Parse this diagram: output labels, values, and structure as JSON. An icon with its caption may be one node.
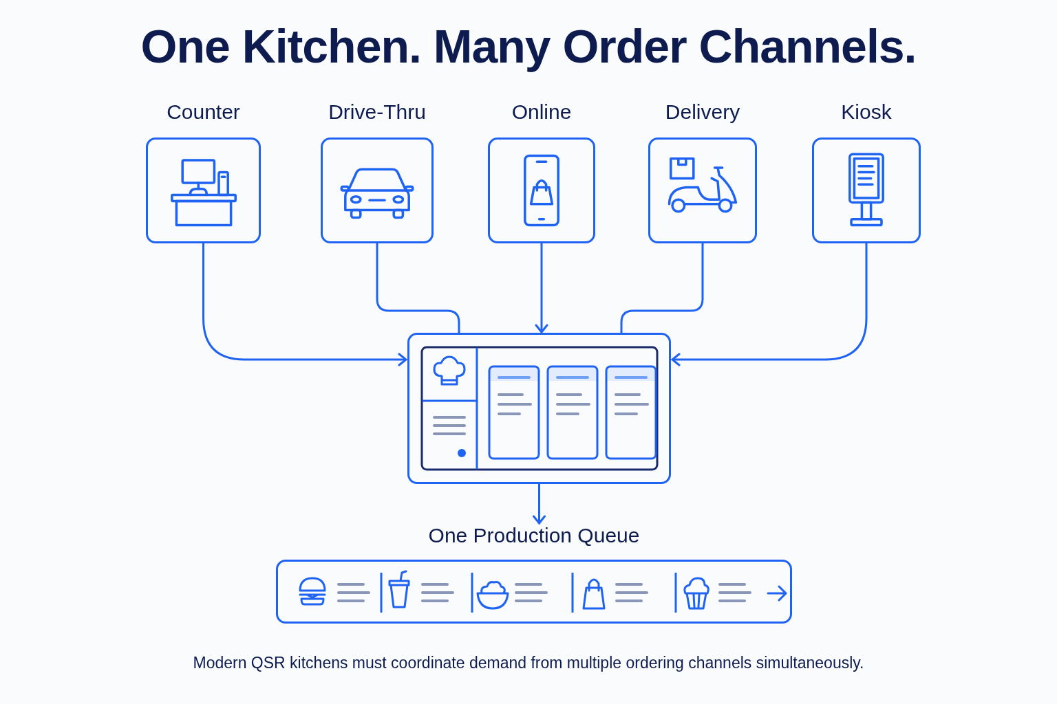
{
  "diagram": {
    "title": "One Kitchen. Many Order Channels.",
    "caption": "Modern QSR kitchens must coordinate demand from multiple ordering channels simultaneously.",
    "nodes": [
      {
        "text": [
          "Counter"
        ]
      },
      {
        "text": [
          "Drive-Thru"
        ]
      },
      {
        "text": [
          "Online"
        ]
      },
      {
        "text": [
          "Delivery"
        ]
      },
      {
        "text": [
          "Kiosk"
        ]
      },
      {
        "text": [],
        "shape": "box"
      },
      {
        "text": [
          "One Production Queue"
        ]
      }
    ],
    "edges": [
      {
        "from": 0,
        "to": 5,
        "arrow": "to"
      },
      {
        "from": 1,
        "to": 5,
        "arrow": "none"
      },
      {
        "from": 2,
        "to": 5,
        "arrow": "to"
      },
      {
        "from": 3,
        "to": 5,
        "arrow": "none"
      },
      {
        "from": 4,
        "to": 5,
        "arrow": "to"
      },
      {
        "from": 5,
        "to": 6,
        "arrow": "to"
      }
    ]
  }
}
